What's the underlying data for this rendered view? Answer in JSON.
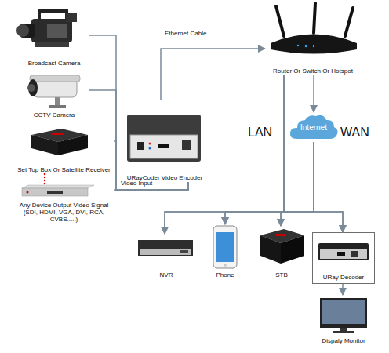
{
  "diagram": {
    "nodes": [
      {
        "text": [
          "Broadcast Camera"
        ]
      },
      {
        "text": [
          "CCTV Camera"
        ]
      },
      {
        "text": [
          "Set Top Box Or Satellite Receiver"
        ]
      },
      {
        "text": [
          "Any Device Output Video Signal (SDI, HDMI, VGA, DVI, RCA, CVBS.....)"
        ]
      },
      {
        "text": [
          "URayCoder Video Encoder"
        ]
      },
      {
        "text": [
          "Router Or Switch Or Hotspot"
        ]
      },
      {
        "text": [
          "Internet"
        ]
      },
      {
        "text": [
          "NVR"
        ]
      },
      {
        "text": [
          "Phone"
        ]
      },
      {
        "text": [
          "STB"
        ]
      },
      {
        "text": [
          "URay Decoder"
        ]
      },
      {
        "text": [
          "Dispaly Monitor"
        ]
      }
    ],
    "edges": [
      {
        "from": 0,
        "to": 4,
        "arrow": "none"
      },
      {
        "from": 1,
        "to": 4,
        "arrow": "none"
      },
      {
        "from": 2,
        "to": 4,
        "arrow": "none"
      },
      {
        "from": 3,
        "to": 4,
        "arrow": "none"
      },
      {
        "from": 4,
        "to": 5,
        "label": "Ethernet Cable",
        "arrow": "to"
      },
      {
        "from": 5,
        "to": 6,
        "arrow": "to"
      },
      {
        "from": 5,
        "to": 7,
        "arrow": "to"
      },
      {
        "from": 5,
        "to": 8,
        "arrow": "to"
      },
      {
        "from": 5,
        "to": 9,
        "arrow": "to"
      },
      {
        "from": 5,
        "to": 10,
        "arrow": "to"
      },
      {
        "from": 6,
        "to": 7,
        "arrow": "to"
      },
      {
        "from": 6,
        "to": 8,
        "arrow": "to"
      },
      {
        "from": 6,
        "to": 9,
        "arrow": "to"
      },
      {
        "from": 6,
        "to": 10,
        "arrow": "to"
      },
      {
        "from": 10,
        "to": 11,
        "arrow": "to"
      }
    ],
    "labels": [
      "Video Input",
      "LAN",
      "WAN"
    ]
  }
}
